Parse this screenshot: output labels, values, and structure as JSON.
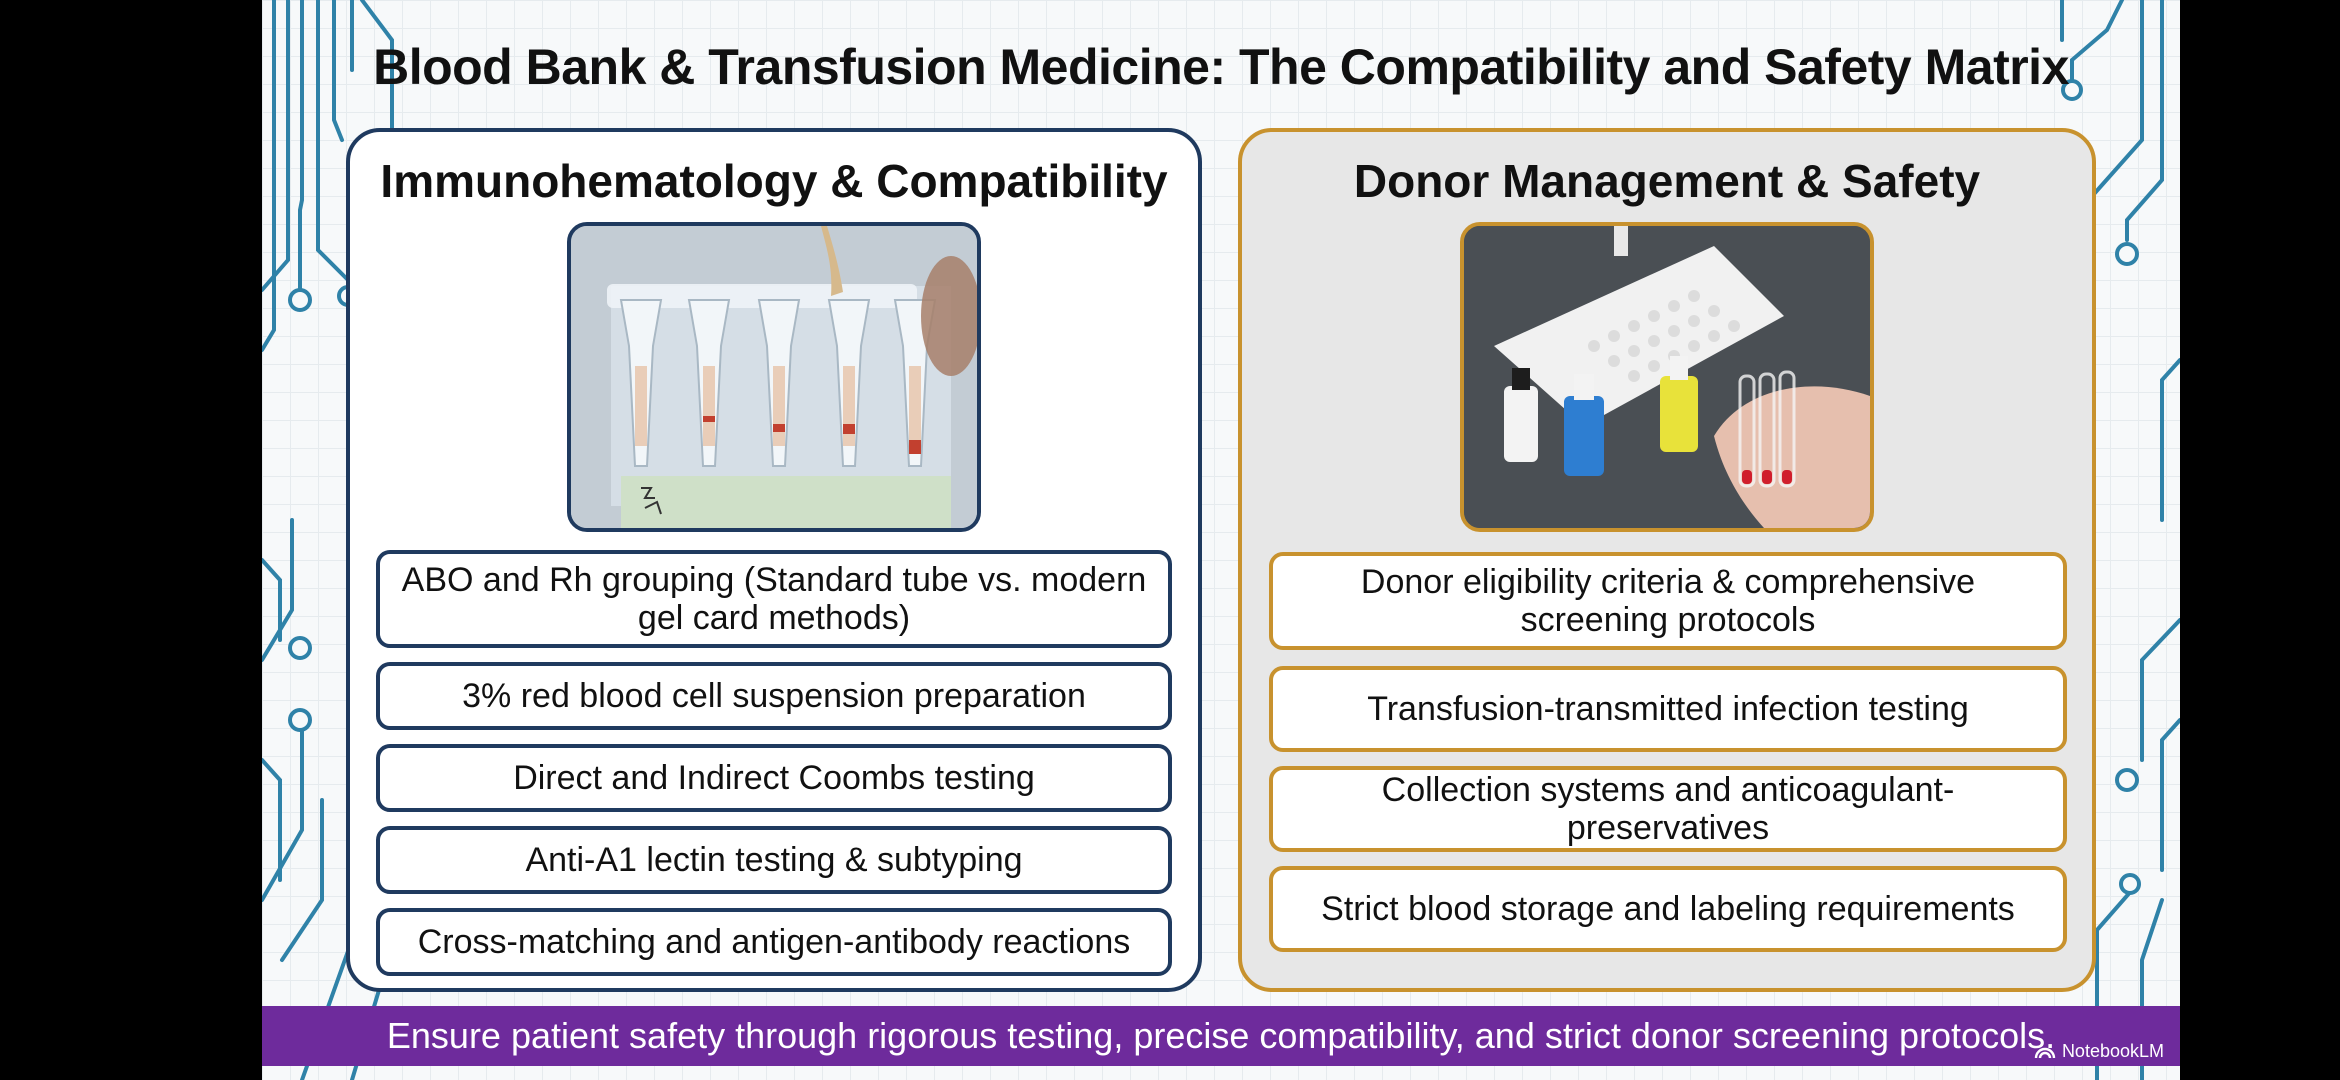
{
  "title": "Blood Bank & Transfusion Medicine: The Compatibility and Safety Matrix",
  "left_panel": {
    "heading": "Immunohematology & Compatibility",
    "items": [
      "ABO and Rh grouping (Standard tube vs. modern gel card methods)",
      "3% red blood cell suspension preparation",
      "Direct and Indirect Coombs testing",
      "Anti-A1 lectin testing & subtyping",
      "Cross-matching and antigen-antibody reactions"
    ]
  },
  "right_panel": {
    "heading": "Donor Management & Safety",
    "items": [
      "Donor eligibility criteria & comprehensive screening protocols",
      "Transfusion-transmitted infection testing",
      "Collection systems and anticoagulant-preservatives",
      "Strict blood storage and labeling requirements"
    ]
  },
  "footer": {
    "text": "Ensure patient safety through rigorous testing, precise compatibility, and strict donor screening protocols.",
    "brand": "NotebookLM"
  },
  "colors": {
    "left_accent": "#1f3a5f",
    "right_accent": "#c8922e",
    "footer_bg": "#6e2b9c",
    "circuit": "#2f82a8"
  },
  "icons": {
    "brand": "notebooklm-logo-icon",
    "left_photo": "gel-card-tubes-photo",
    "right_photo": "reagent-bottles-photo"
  }
}
